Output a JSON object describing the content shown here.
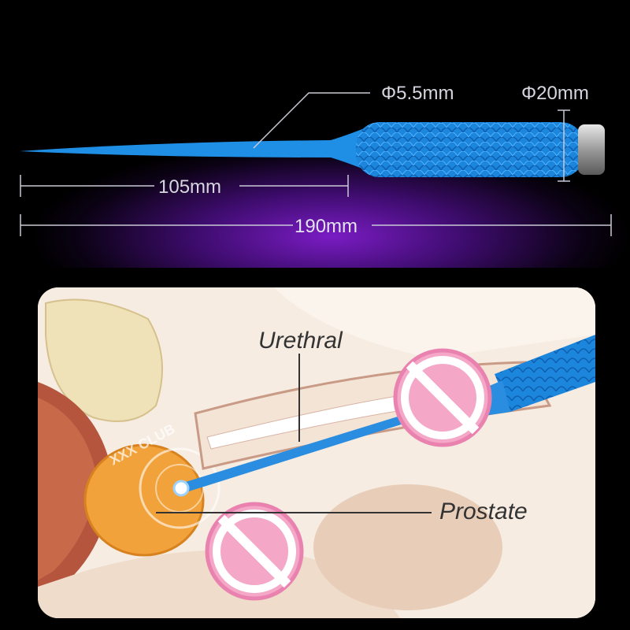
{
  "product": {
    "dimensions": {
      "tip_diameter": "Φ5.5mm",
      "handle_diameter": "Φ20mm",
      "probe_length": "105mm",
      "total_length": "190mm"
    },
    "colors": {
      "product_blue": "#1f8fe6",
      "background_purple": "#6a14b8",
      "censor_pink": "#f4a7c7"
    }
  },
  "diagram": {
    "labels": {
      "urethral": "Urethral",
      "prostate": "Prostate"
    },
    "watermark": "XXX CLUB"
  }
}
